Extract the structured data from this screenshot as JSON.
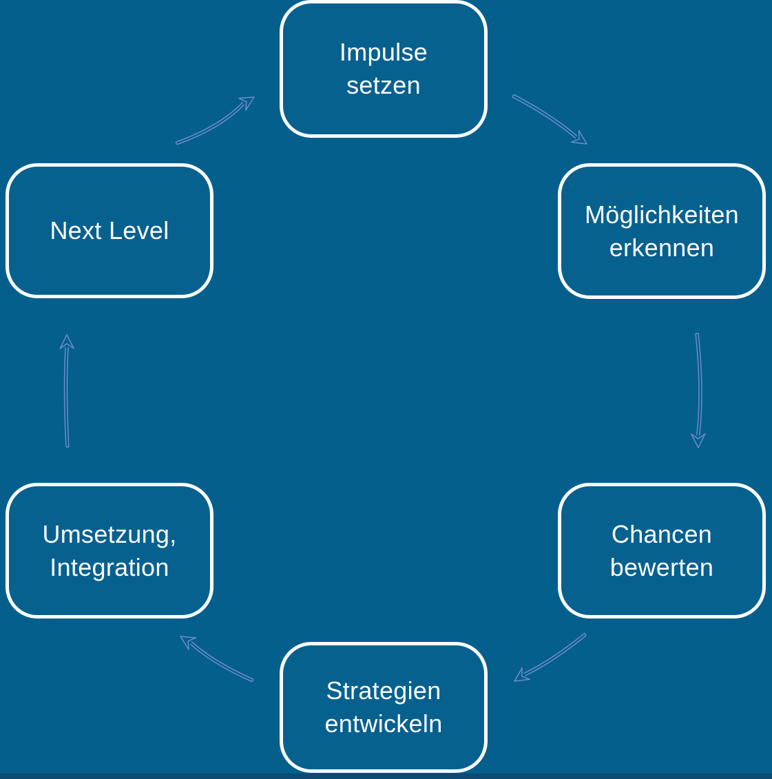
{
  "diagram": {
    "kind": "process-cycle",
    "nodes": [
      {
        "id": "impulse-setzen",
        "label": "Impulse\nsetzen"
      },
      {
        "id": "moeglichkeiten-erkennen",
        "label": "Möglichkeiten\nerkennen"
      },
      {
        "id": "chancen-bewerten",
        "label": "Chancen\nbewerten"
      },
      {
        "id": "strategien-entwickeln",
        "label": "Strategien\nentwickeln"
      },
      {
        "id": "umsetzung-integration",
        "label": "Umsetzung,\nIntegration"
      },
      {
        "id": "next-level",
        "label": "Next Level"
      }
    ],
    "flow": [
      {
        "from": "next-level",
        "to": "impulse-setzen"
      },
      {
        "from": "impulse-setzen",
        "to": "moeglichkeiten-erkennen"
      },
      {
        "from": "moeglichkeiten-erkennen",
        "to": "chancen-bewerten"
      },
      {
        "from": "chancen-bewerten",
        "to": "strategien-entwickeln"
      },
      {
        "from": "strategien-entwickeln",
        "to": "umsetzung-integration"
      },
      {
        "from": "umsetzung-integration",
        "to": "next-level"
      }
    ],
    "colors": {
      "background": "#045f8d",
      "node_fill": "#07618f",
      "node_border": "#ffffff",
      "text": "#fdfeff",
      "arrow": "#8a98d8",
      "bottom_strip": "#0d4a72"
    }
  }
}
